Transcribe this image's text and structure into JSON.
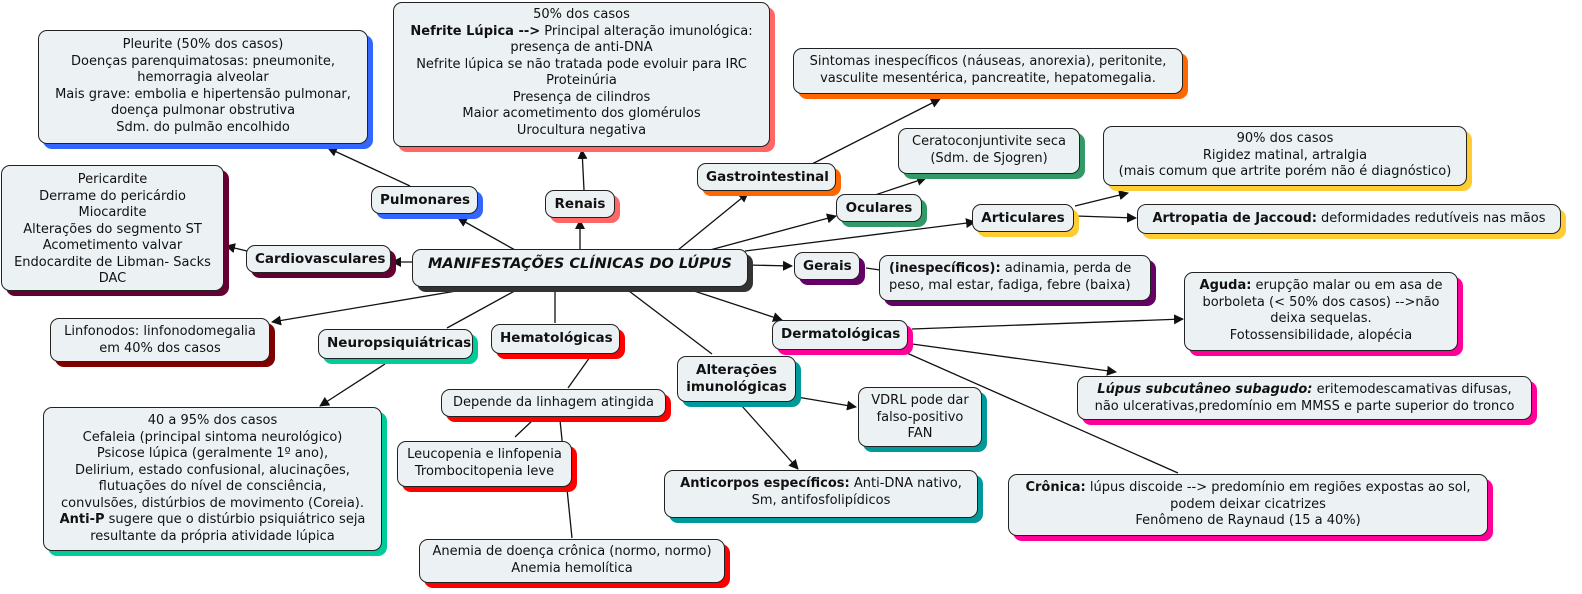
{
  "title": "MANIFESTAÇÕES CLÍNICAS DO LÚPUS",
  "colors": {
    "pulmonary": "#3366ff",
    "renal": "#ff6666",
    "gastro": "#ff6600",
    "ocular": "#339966",
    "articular": "#ffcc33",
    "cardio": "#660033",
    "general": "#660066",
    "dermato": "#ff0099",
    "lymph": "#800000",
    "neuro": "#00cc99",
    "hemato": "#ff0000",
    "immuno": "#009999",
    "center": "#333333",
    "node_fill": "#ecf2f4",
    "edge": "#111111"
  },
  "categories": {
    "pulmonares": "Pulmonares",
    "renais": "Renais",
    "gastrointestinal": "Gastrointestinal",
    "oculares": "Oculares",
    "articulares": "Articulares",
    "cardiovasculares": "Cardiovasculares",
    "gerais": "Gerais",
    "dermatologicas": "Dermatológicas",
    "neuropsiquiatricas": "Neuropsiquiátricas",
    "hematologicas": "Hematológicas",
    "imunologicas": [
      "Alterações",
      "imunológicas"
    ]
  },
  "details": {
    "pulmonar": [
      "Pleurite (50% dos casos)",
      "Doenças parenquimatosas: pneumonite,",
      "hemorragia alveolar",
      "Mais grave: embolia e hipertensão pulmonar,",
      "doença pulmonar obstrutiva",
      "Sdm. do pulmão encolhido"
    ],
    "renal": {
      "line1": "50% dos casos",
      "line2_bold": "Nefrite Lúpica -->",
      "line2_rest": " Principal alteração imunológica:",
      "rest": [
        "presença de anti-DNA",
        "Nefrite lúpica se não tratada pode evoluir para IRC",
        "Proteinúria",
        "Presença de cilindros",
        "Maior acometimento dos glomérulos",
        "Urocultura negativa"
      ]
    },
    "gastro": [
      "Sintomas inespecíficos (náuseas, anorexia), peritonite,",
      "vasculite mesentérica, pancreatite, hepatomegalia."
    ],
    "ocular": [
      "Ceratoconjuntivite seca",
      "(Sdm. de Sjogren)"
    ],
    "articular1": [
      "90% dos casos",
      "Rigidez matinal, artralgia",
      "(mais comum que artrite porém não é diagnóstico)"
    ],
    "articular2": {
      "bold": "Artropatia de Jaccoud:",
      "rest": " deformidades redutíveis nas mãos"
    },
    "cardio": [
      "Pericardite",
      "Derrame do pericárdio",
      "Miocardite",
      "Alterações do segmento ST",
      "Acometimento valvar",
      "Endocardite de Libman- Sacks",
      "DAC"
    ],
    "gerais": {
      "bold": "(inespecíficos):",
      "rest": " adinamia, perda de",
      "line2": "peso, mal estar, fadiga, febre (baixa)"
    },
    "linfonodos": [
      "Linfonodos: linfonodomegalia",
      "em 40% dos casos"
    ],
    "derm_aguda": {
      "bold": "Aguda:",
      "rest": " erupção malar ou em asa de",
      "lines": [
        "borboleta (< 50% dos casos) -->não",
        "deixa sequelas.",
        "Fotossensibilidade, alopécia"
      ]
    },
    "derm_subaguda": {
      "bold": "Lúpus subcutâneo subagudo:",
      "rest": "  eritemodescamativas difusas,",
      "line2": "não ulcerativas,predomínio em MMSS e parte superior do tronco"
    },
    "derm_cronica": {
      "bold": "Crônica:",
      "rest": " lúpus discoide --> predomínio em regiões expostas ao sol,",
      "lines": [
        "podem deixar cicatrizes",
        "Fenômeno de Raynaud (15 a 40%)"
      ]
    },
    "neuro": {
      "lines": [
        "40 a 95% dos casos",
        "Cefaleia (principal sintoma neurológico)",
        "Psicose lúpica (geralmente 1º ano),",
        "Delirium, estado confusional, alucinações,",
        "flutuações do nível de consciência,",
        "convulsões, distúrbios de movimento (Coreia)."
      ],
      "bold": "Anti-P",
      "rest": " sugere que o distúrbio psiquiátrico seja",
      "last": "resultante da própria atividade lúpica"
    },
    "hemato_linhagem": "Depende da linhagem atingida",
    "hemato_leuco": [
      "Leucopenia e linfopenia",
      "Trombocitopenia leve"
    ],
    "hemato_anemia": [
      "Anemia de doença crônica (normo, normo)",
      "Anemia hemolítica"
    ],
    "imuno_vdrl": [
      "VDRL pode dar",
      "falso-positivo",
      "FAN"
    ],
    "imuno_anticorpos": {
      "bold": "Anticorpos específicos:",
      "rest": " Anti-DNA nativo,",
      "line2": "Sm, antifosfolipídicos"
    }
  }
}
